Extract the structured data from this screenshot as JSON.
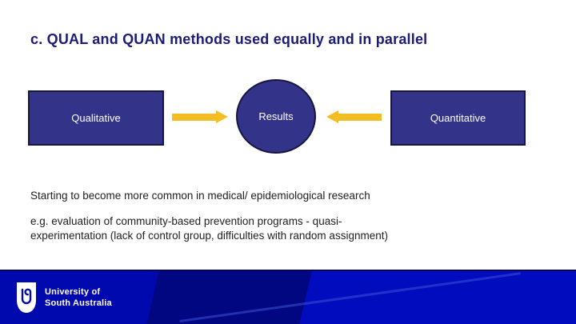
{
  "slide": {
    "title": "c. QUAL and QUAN methods used equally and in parallel",
    "diagram": {
      "nodes": [
        {
          "id": "qualitative",
          "shape": "rect",
          "label": "Qualitative"
        },
        {
          "id": "results",
          "shape": "ellipse",
          "label": "Results"
        },
        {
          "id": "quantitative",
          "shape": "rect",
          "label": "Quantitative"
        }
      ],
      "arrows": [
        {
          "from": "qualitative",
          "to": "results",
          "direction": "right"
        },
        {
          "from": "quantitative",
          "to": "results",
          "direction": "left"
        }
      ]
    },
    "body": {
      "para1": "Starting to become more common in medical/ epidemiological research",
      "para2_lines": [
        "e.g. evaluation of community-based prevention programs - quasi-",
        "experimentation (lack of control group, difficulties with random assignment)"
      ]
    },
    "footer": {
      "logo_text_line1": "University of",
      "logo_text_line2": "South Australia"
    },
    "colors": {
      "title_navy": "#1B1B78",
      "shape_fill": "#333389",
      "shape_border": "#16163F",
      "arrow_gold": "#F2BE24",
      "footer_blue": "#0009AE",
      "footer_dark": "#000781",
      "footer_bright": "#000CBE"
    }
  }
}
